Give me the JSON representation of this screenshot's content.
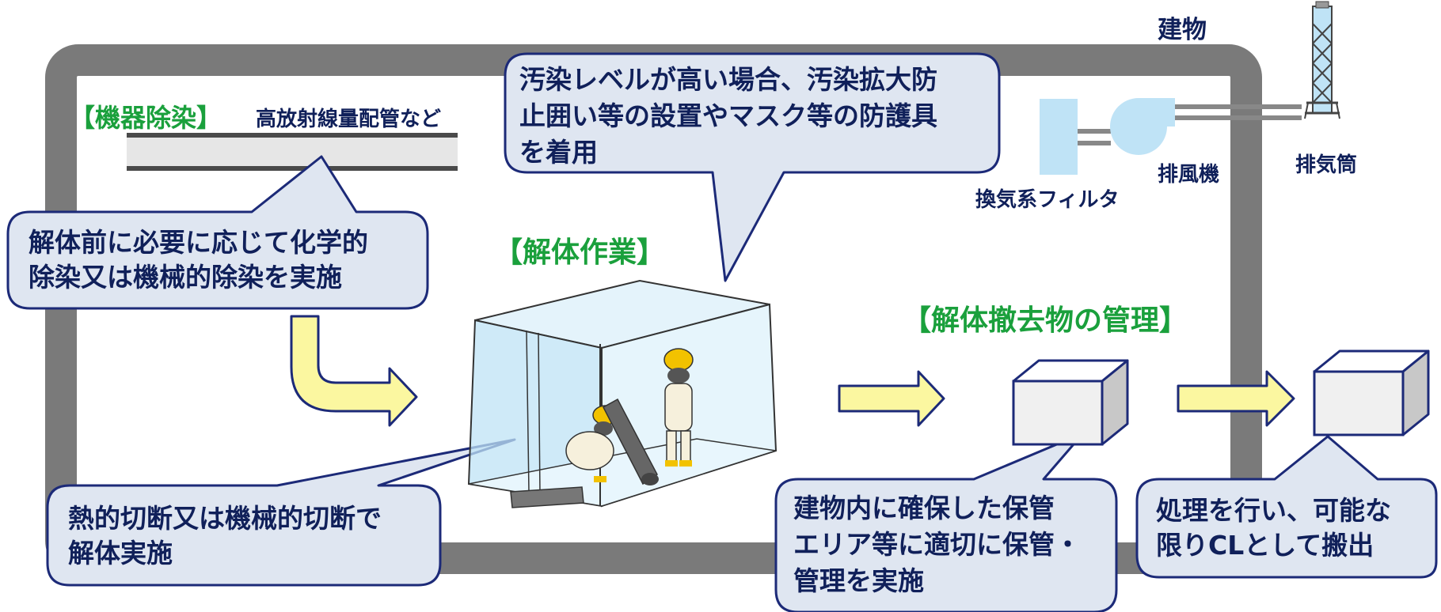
{
  "building": {
    "label": "建物"
  },
  "equipment": {
    "filter_label": "換気系フィルタ",
    "fan_label": "排風機",
    "stack_label": "排気筒"
  },
  "decontamination": {
    "title": "【機器除染】",
    "subtitle": "高放射線量配管など",
    "bubble_lines": [
      "解体前に必要に応じて化学的",
      "除染又は機械的除染を実施"
    ]
  },
  "dismantling": {
    "title": "【解体作業】",
    "top_bubble_lines": [
      "汚染レベルが高い場合、汚染拡大防",
      "止囲い等の設置やマスク等の防護具",
      "を着用"
    ],
    "bottom_bubble_lines": [
      "熱的切断又は機械的切断で",
      "解体実施"
    ]
  },
  "waste_management": {
    "title": "【解体撤去物の管理】",
    "storage_bubble_lines": [
      "建物内に確保した保管",
      "エリア等に適切に保管・",
      "管理を実施"
    ],
    "release_bubble_lines": [
      "処理を行い、可能な",
      "限りCLとして搬出"
    ]
  },
  "colors": {
    "wall": "#7a7a7a",
    "bubble_fill": "#dfe6f1",
    "bubble_stroke": "#1c2a78",
    "arrow_fill": "#fbf7a0",
    "title_green": "#1aa03c",
    "text_navy": "#10205a",
    "filter_blue": "#bfe3f6"
  }
}
